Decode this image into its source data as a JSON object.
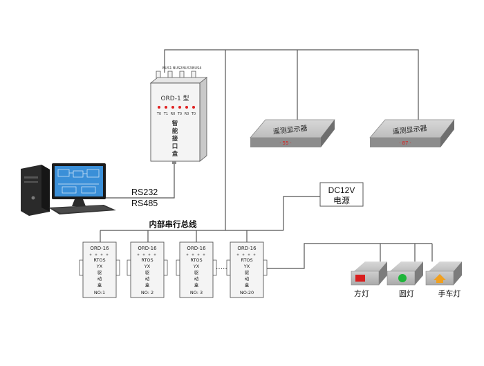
{
  "interface_box": {
    "ports": [
      "BUS1",
      "BUS2",
      "BUS3",
      "BUS4"
    ],
    "model": "ORD-1 型",
    "leds": [
      "T0",
      "T1",
      "R0",
      "T0",
      "R0",
      "T0"
    ],
    "name_chars": [
      "智",
      "能",
      "接",
      "口",
      "盒"
    ]
  },
  "pc_links": {
    "rs232": "RS232",
    "rs485": "RS485"
  },
  "remote_displays": [
    {
      "label": "遥测显示器",
      "readout": "· 55 ·"
    },
    {
      "label": "遥测显示器",
      "readout": "· 87 ·"
    }
  ],
  "power": {
    "line1": "DC12V",
    "line2": "电源"
  },
  "bus": {
    "label": "内部串行总线"
  },
  "drive_boxes": [
    {
      "model": "ORD-16",
      "l1": "RTOS",
      "l2": "YX",
      "l3": "驱",
      "l4": "动",
      "l5": "盒",
      "no": "NO:1"
    },
    {
      "model": "ORD-16",
      "l1": "RTOS",
      "l2": "YX",
      "l3": "驱",
      "l4": "动",
      "l5": "盒",
      "no": "NO: 2"
    },
    {
      "model": "ORD-16",
      "l1": "RTOS",
      "l2": "YX",
      "l3": "驱",
      "l4": "动",
      "l5": "盒",
      "no": "NO: 3"
    },
    {
      "model": "ORD-16",
      "l1": "RTOS",
      "l2": "YX",
      "l3": "驱",
      "l4": "动",
      "l5": "盒",
      "no": "NO:20"
    }
  ],
  "ellipsis": "……",
  "lights": [
    {
      "label": "方灯",
      "indicator_color": "#d81e1e"
    },
    {
      "label": "圆灯",
      "indicator_color": "#1fb53a"
    },
    {
      "label": "手车灯",
      "indicator_color": "#f0a020"
    }
  ],
  "colors": {
    "line": "#555555",
    "box_fill": "#f4f4f4",
    "screen_blue": "#3a8fd8",
    "led_red": "#e02020"
  }
}
